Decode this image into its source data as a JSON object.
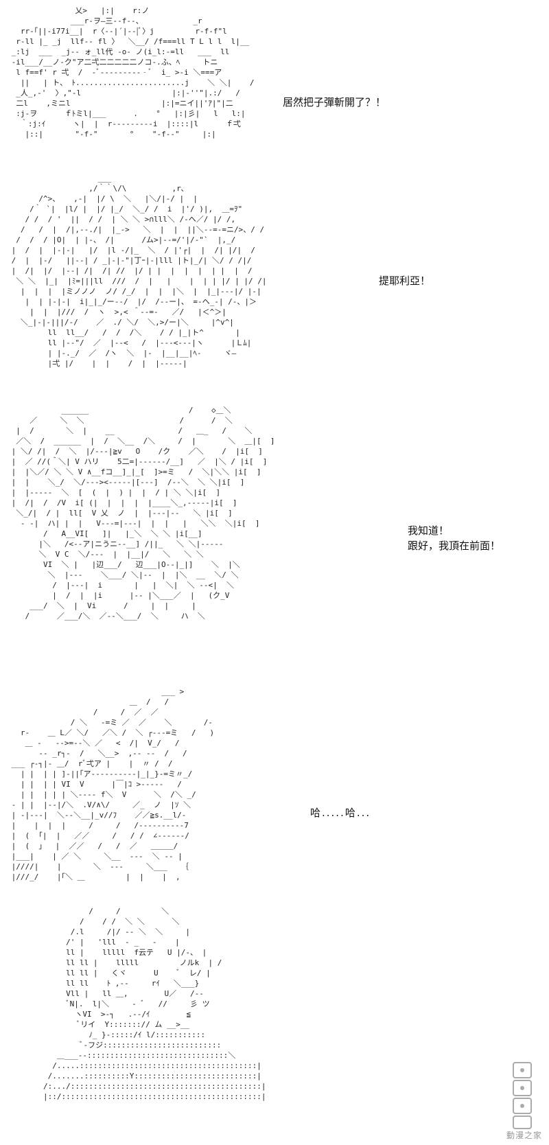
{
  "panels": [
    {
      "dialogue": [
        "居然把子彈斬開了？！"
      ]
    },
    {
      "dialogue": [
        "提耶利亞！"
      ]
    },
    {
      "dialogue": [
        "我知道！",
        "跟好，我頂在前面！"
      ]
    },
    {
      "dialogue": [
        "哈.....哈..."
      ]
    },
    {
      "dialogue": []
    }
  ],
  "watermark": {
    "logo": "DMZJ",
    "text": "動漫之家"
  }
}
